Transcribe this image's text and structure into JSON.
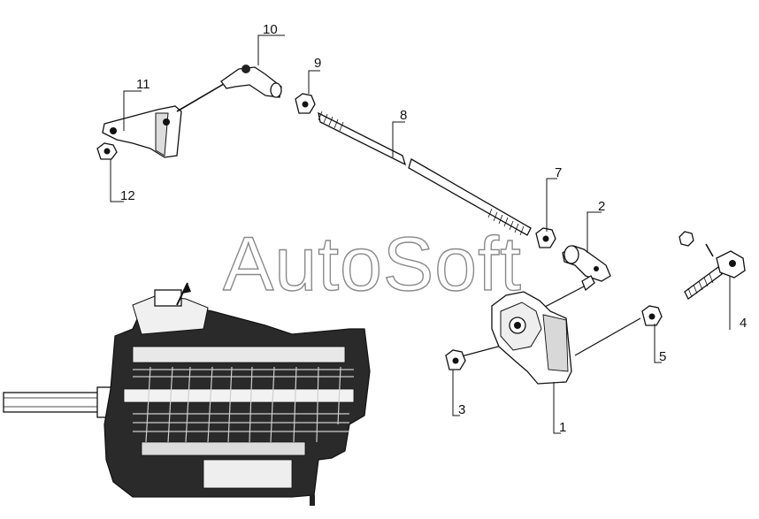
{
  "watermark": "AutoSoft",
  "callouts": [
    {
      "id": "c1",
      "text": "1"
    },
    {
      "id": "c2",
      "text": "2"
    },
    {
      "id": "c3",
      "text": "3"
    },
    {
      "id": "c4",
      "text": "4"
    },
    {
      "id": "c5",
      "text": "5"
    },
    {
      "id": "c7",
      "text": "7"
    },
    {
      "id": "c8",
      "text": "8"
    },
    {
      "id": "c9",
      "text": "9"
    },
    {
      "id": "c10",
      "text": "10"
    },
    {
      "id": "c11",
      "text": "11"
    },
    {
      "id": "c12",
      "text": "12"
    }
  ]
}
